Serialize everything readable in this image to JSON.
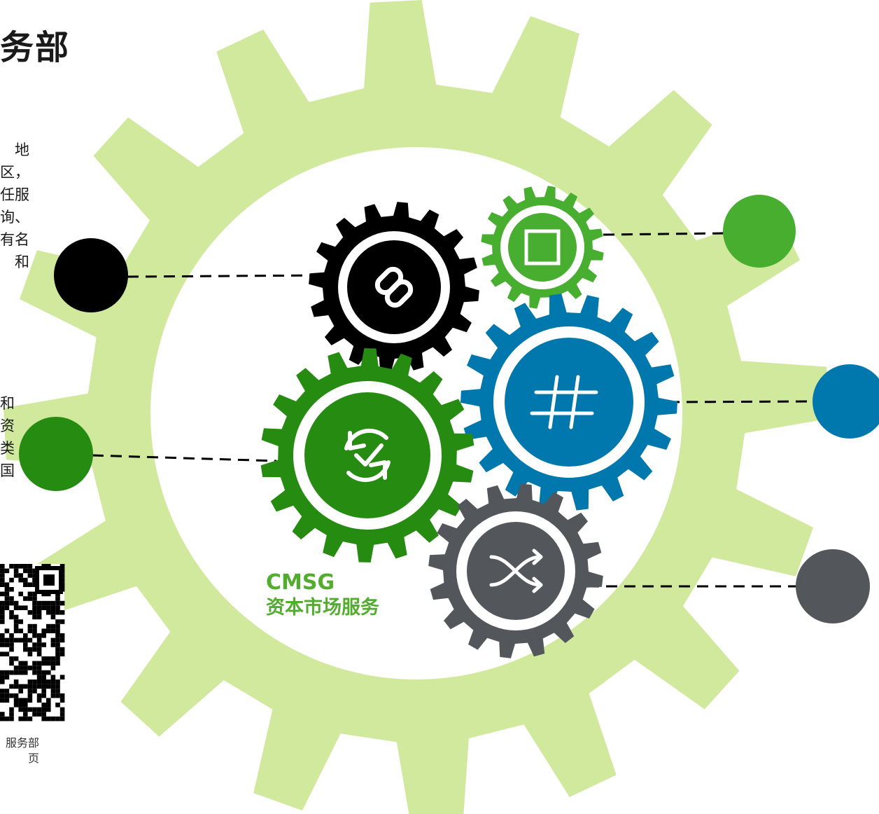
{
  "title": "务部",
  "paragraph_1": [
    "地区，",
    "任服",
    "询、",
    "有名",
    "和"
  ],
  "paragraph_2": [
    "和",
    "资",
    "类",
    "国"
  ],
  "qr_caption": [
    "服务部",
    "页"
  ],
  "brand": {
    "line1": "CMSG",
    "line2": "资本市场服务"
  },
  "colors": {
    "big_gear": "#d1e99d",
    "black": "#000000",
    "light_green": "#48ae2f",
    "blue": "#0078ad",
    "dark_green": "#268b11",
    "gray": "#53565a",
    "brand_text": "#52ad2e"
  },
  "gears": [
    {
      "name": "link-gear",
      "color": "black",
      "icon": "link-icon"
    },
    {
      "name": "square-gear",
      "color": "light_green",
      "icon": "square-icon"
    },
    {
      "name": "hash-gear",
      "color": "blue",
      "icon": "hash-icon"
    },
    {
      "name": "sync-gear",
      "color": "dark_green",
      "icon": "sync-check-icon"
    },
    {
      "name": "shuffle-gear",
      "color": "gray",
      "icon": "shuffle-icon"
    }
  ],
  "nodes": [
    {
      "name": "black-node",
      "color": "black"
    },
    {
      "name": "light-green-node",
      "color": "light_green"
    },
    {
      "name": "blue-node",
      "color": "blue"
    },
    {
      "name": "dark-green-node",
      "color": "dark_green"
    },
    {
      "name": "gray-node",
      "color": "gray"
    }
  ]
}
